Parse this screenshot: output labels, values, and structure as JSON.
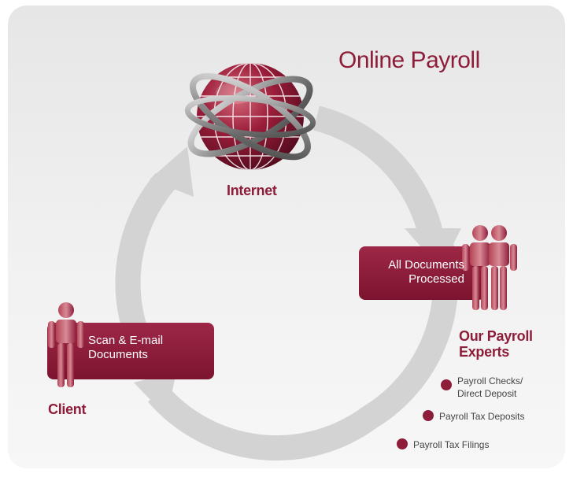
{
  "title": "Online Payroll",
  "nodes": {
    "internet": {
      "label": "Internet"
    },
    "experts": {
      "label_line1": "Our Payroll",
      "label_line2": "Experts",
      "box_line1": "All Documents",
      "box_line2": "Processed"
    },
    "client": {
      "label": "Client",
      "box_line1": "Scan & E-mail",
      "box_line2": "Documents"
    }
  },
  "services": [
    {
      "line1": "Payroll Checks/",
      "line2": "Direct Deposit"
    },
    {
      "line1": "Payroll Tax Deposits"
    },
    {
      "line1": "Payroll Tax Filings"
    }
  ],
  "colors": {
    "accent": "#8e1d3a",
    "arrow": "#d3d3d3",
    "background": "#efefef"
  },
  "icons": [
    "globe-icon",
    "person-icon",
    "people-icon",
    "bullet-dot-icon"
  ]
}
